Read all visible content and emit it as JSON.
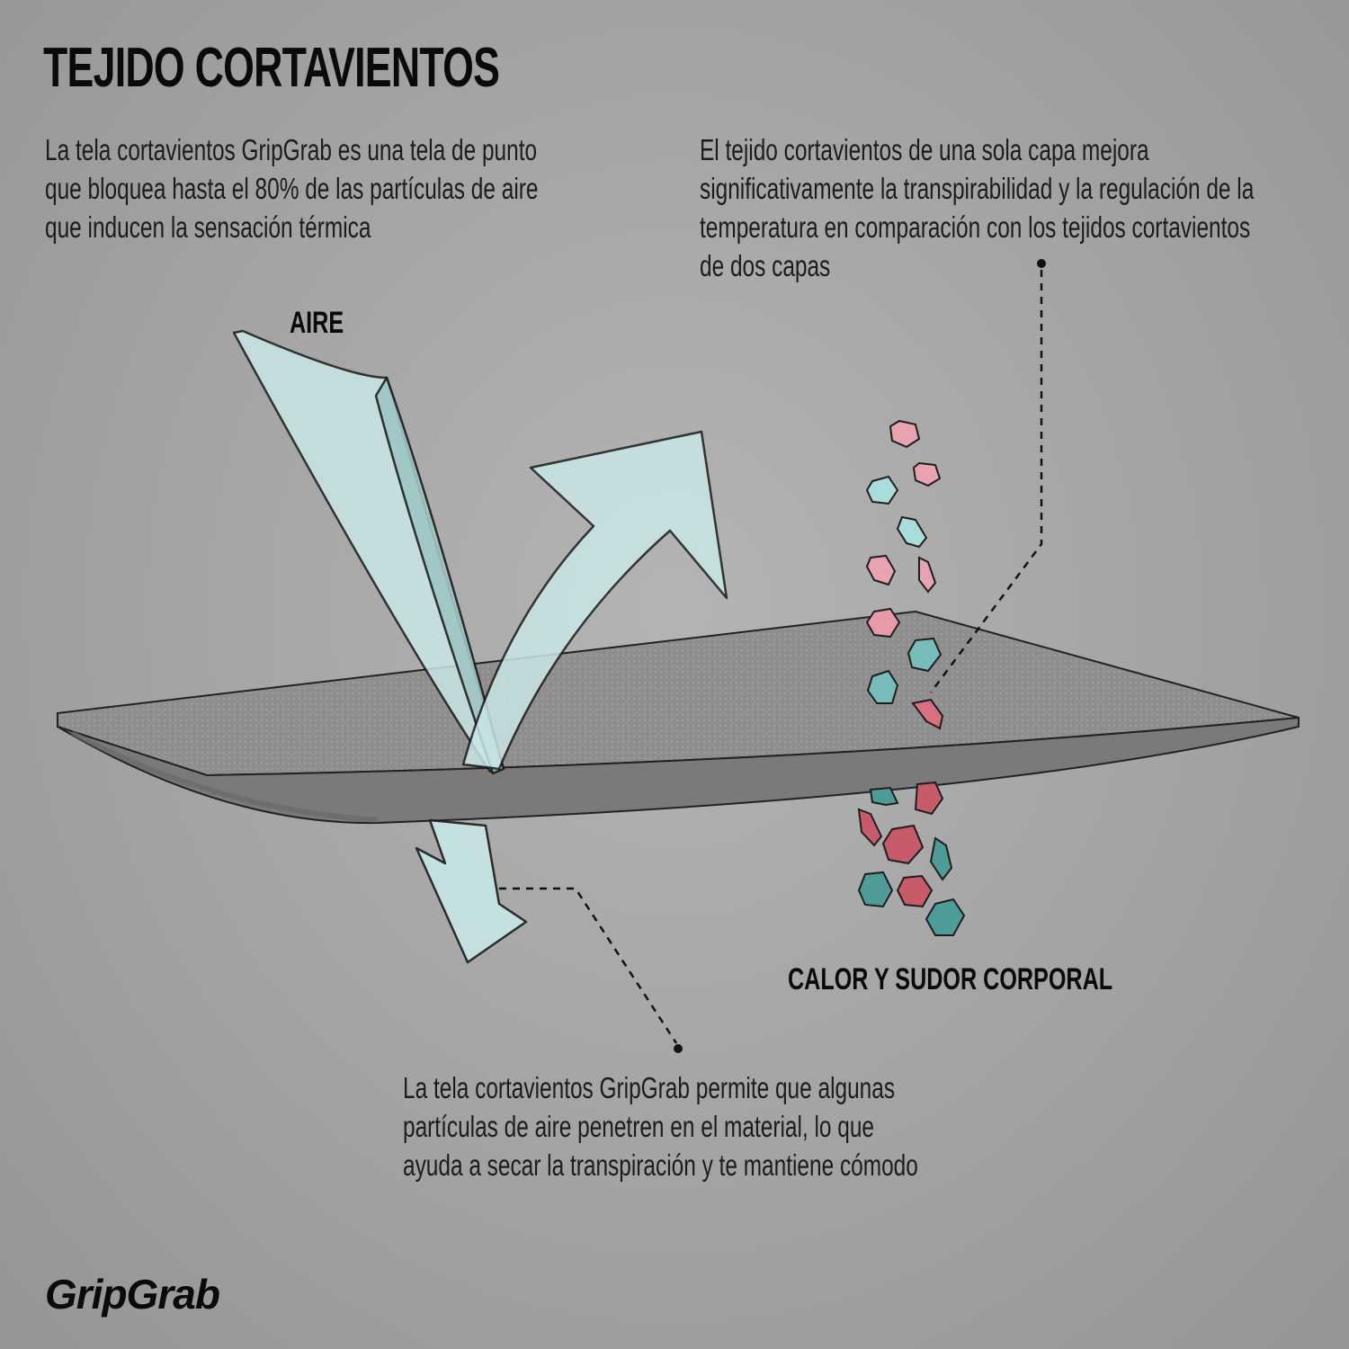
{
  "title": "TEJIDO CORTAVIENTOS",
  "intro": {
    "lines": [
      "La tela cortavientos GripGrab es una tela de punto",
      "que bloquea hasta el 80% de las partículas de aire",
      "que inducen la sensación térmica"
    ]
  },
  "single_layer_note": {
    "lines": [
      "El tejido cortavientos de una sola capa mejora",
      "significativamente la transpirabilidad y la regulación de la",
      "temperatura en comparación con los tejidos cortavientos",
      "de dos capas"
    ]
  },
  "penetration_note": {
    "lines": [
      "La tela cortavientos GripGrab permite que algunas",
      "partículas de aire penetren en el material, lo que",
      "ayuda a secar la transpiración y te mantiene cómodo"
    ]
  },
  "labels": {
    "air": "AIRE",
    "heat": "CALOR Y SUDOR CORPORAL"
  },
  "brand": "GripGrab",
  "colors": {
    "air_arrow": "#c9e6e6",
    "particle_pink": "#e8a3b0",
    "particle_teal": "#a9dcda",
    "particle_red": "#c85a6a",
    "particle_dark_teal": "#4e9c98",
    "fabric": "#8d8d8d"
  }
}
